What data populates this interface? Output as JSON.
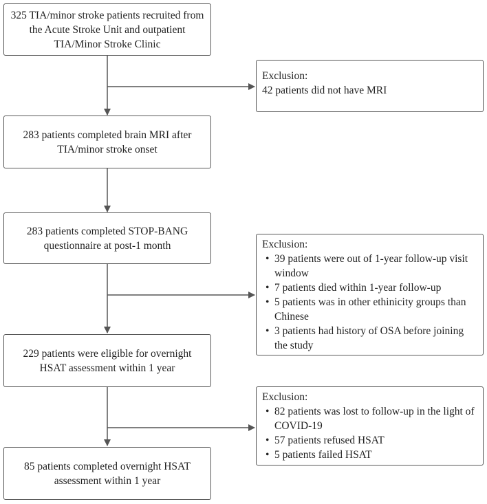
{
  "steps": [
    {
      "text": "325 TIA/minor stroke patients recruited from the Acute Stroke Unit and outpatient TIA/Minor Stroke Clinic"
    },
    {
      "text": "283 patients completed brain MRI after TIA/minor stroke onset"
    },
    {
      "text": "283 patients completed STOP-BANG questionnaire at post-1 month"
    },
    {
      "text": "229 patients were eligible for overnight HSAT assessment within 1 year"
    },
    {
      "text": "85 patients completed overnight HSAT assessment within 1 year"
    }
  ],
  "exclusions": [
    {
      "title": "Exclusion:",
      "line": "42 patients did not have MRI"
    },
    {
      "title": "Exclusion:",
      "items": [
        "39 patients were out of 1-year follow-up visit window",
        "7 patients died within 1-year follow-up",
        "5 patients was in other ethinicity groups than Chinese",
        "3 patients had history of OSA before joining the study"
      ]
    },
    {
      "title": "Exclusion:",
      "items": [
        "82 patients was lost to follow-up in the light of COVID-19",
        "57 patients refused HSAT",
        "5 patients failed HSAT"
      ]
    }
  ],
  "colors": {
    "border": "#555555",
    "connector": "#555555",
    "text": "#222222"
  }
}
